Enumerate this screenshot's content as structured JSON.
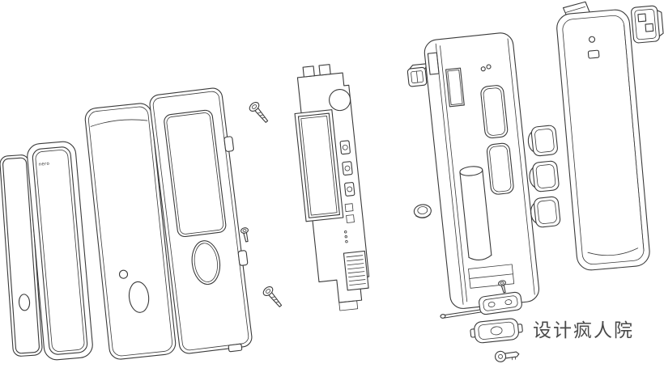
{
  "diagram": {
    "type": "exploded-view-technical-diagram",
    "watermark": "设计疯人院",
    "brand_label": "nero",
    "parts": [
      "window-lens-panel",
      "gasket-frame",
      "front-cover",
      "display-bezel-frame",
      "screw-top",
      "screw-small",
      "screw-bottom",
      "pcb-display-assembly",
      "clip-block",
      "grommet",
      "main-housing",
      "side-button-caps",
      "back-cover",
      "mount-clip",
      "hinge-pin",
      "screw-tiny",
      "latch-bracket-upper",
      "latch-bracket-lower",
      "lock-key"
    ]
  },
  "colors": {
    "background": "#ffffff",
    "line": "#3a3a3a",
    "watermark": "#4a4a4a"
  }
}
